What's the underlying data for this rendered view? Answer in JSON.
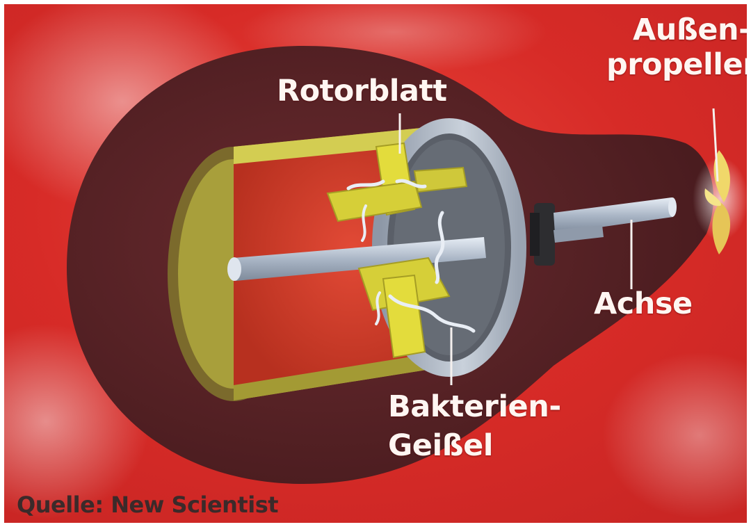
{
  "labels": {
    "rotorblatt": "Rotorblatt",
    "aussen_line1": "Außen-",
    "aussen_line2": "propeller",
    "achse": "Achse",
    "geissel_line1": "Bakterien-",
    "geissel_line2": "Geißel"
  },
  "source": "Quelle: New Scientist",
  "colors": {
    "background_red": "#d8302a",
    "cell_body": "#5a2326",
    "cylinder_yellow": "#c9c24a",
    "rotor_blade": "#e3dc3c",
    "axle_gray": "#b8c3d2",
    "label_text": "#fff6f2",
    "source_text": "#3b2a2a"
  }
}
